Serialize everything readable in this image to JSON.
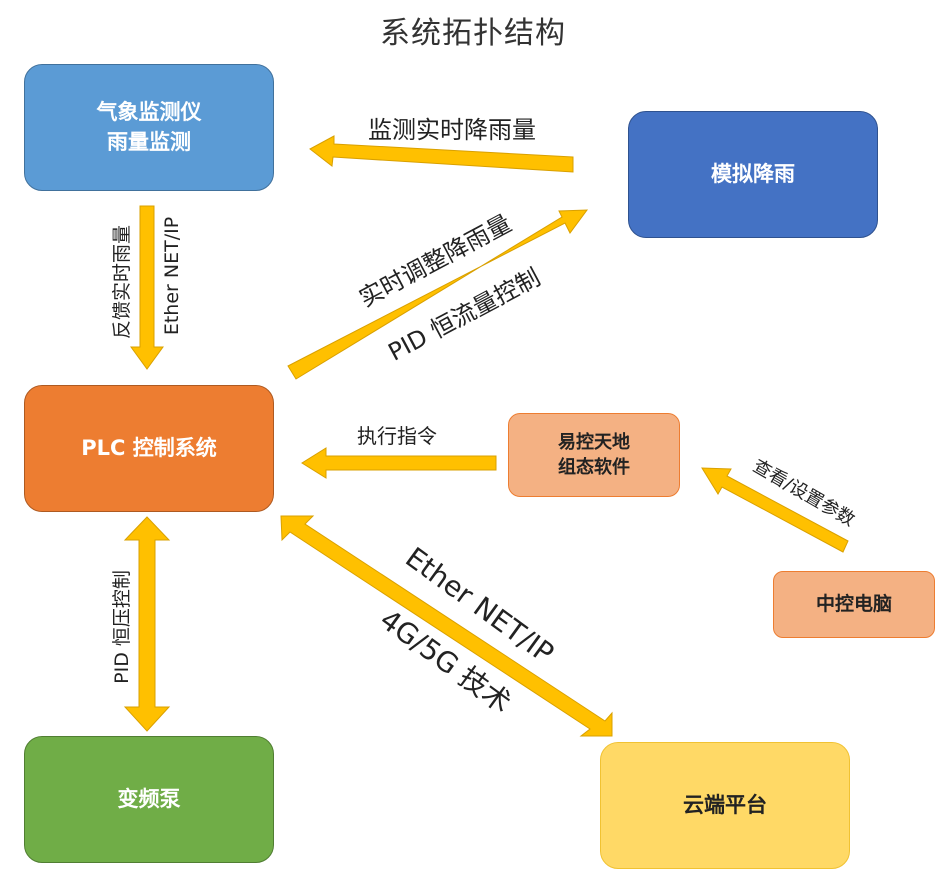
{
  "title": "系统拓扑结构",
  "nodes": {
    "weather": {
      "line1": "气象监测仪",
      "line2": "雨量监测"
    },
    "rain": {
      "label": "模拟降雨"
    },
    "plc": {
      "label": "PLC 控制系统"
    },
    "software": {
      "line1": "易控天地",
      "line2": "组态软件"
    },
    "pc": {
      "label": "中控电脑"
    },
    "pump": {
      "label": "变频泵"
    },
    "cloud": {
      "label": "云端平台"
    }
  },
  "labels": {
    "monitor_rain": "监测实时降雨量",
    "feedback_rain": "反馈实时雨量",
    "ether_left": "Ether NET/IP",
    "adjust_rain": "实时调整降雨量",
    "pid_flow": "PID 恒流量控制",
    "execute": "执行指令",
    "view_set": "查看/设置参数",
    "pid_pressure": "PID 恒压控制",
    "ether_cloud": "Ether NET/IP",
    "tech_4g5g": "4G/5G 技术"
  },
  "colors": {
    "arrow": "#FFC000",
    "arrow_stroke": "#D9A000",
    "weather": "#5B9BD5",
    "rain": "#4472C4",
    "plc": "#ED7D31",
    "software": "#F4B183",
    "pc": "#F4B183",
    "pump": "#70AD47",
    "cloud": "#FFD966"
  }
}
